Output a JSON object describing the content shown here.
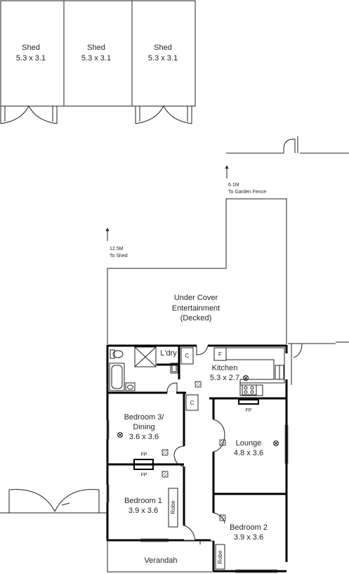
{
  "sheds": [
    {
      "name": "Shed",
      "size": "5.3 x 3.1"
    },
    {
      "name": "Shed",
      "size": "5.3 x 3.1"
    },
    {
      "name": "Shed",
      "size": "5.3 x 3.1"
    }
  ],
  "notes": {
    "garden_fence": {
      "distance": "6.1M",
      "text": "To Garden Fence"
    },
    "shed": {
      "distance": "12.5M",
      "text": "To Shed"
    }
  },
  "rooms": {
    "entertainment": {
      "line1": "Under Cover",
      "line2": "Entertainment",
      "line3": "(Decked)"
    },
    "laundry": {
      "name": "L'dry"
    },
    "kitchen": {
      "name": "Kitchen",
      "size": "5.3 x 2.7"
    },
    "bedroom3": {
      "line1": "Bedroom 3/",
      "line2": "Dining",
      "size": "3.6 x 3.6"
    },
    "lounge": {
      "name": "Lounge",
      "size": "4.8 x 3.6"
    },
    "bedroom1": {
      "name": "Bedroom 1",
      "size": "3.9 x 3.6"
    },
    "bedroom2": {
      "name": "Bedroom 2",
      "size": "3.9 x 3.6"
    },
    "verandah": {
      "name": "Verandah"
    }
  },
  "fixtures": {
    "cupboard": "C",
    "fridge": "F",
    "fireplace": "FP",
    "robe": "Robe"
  }
}
